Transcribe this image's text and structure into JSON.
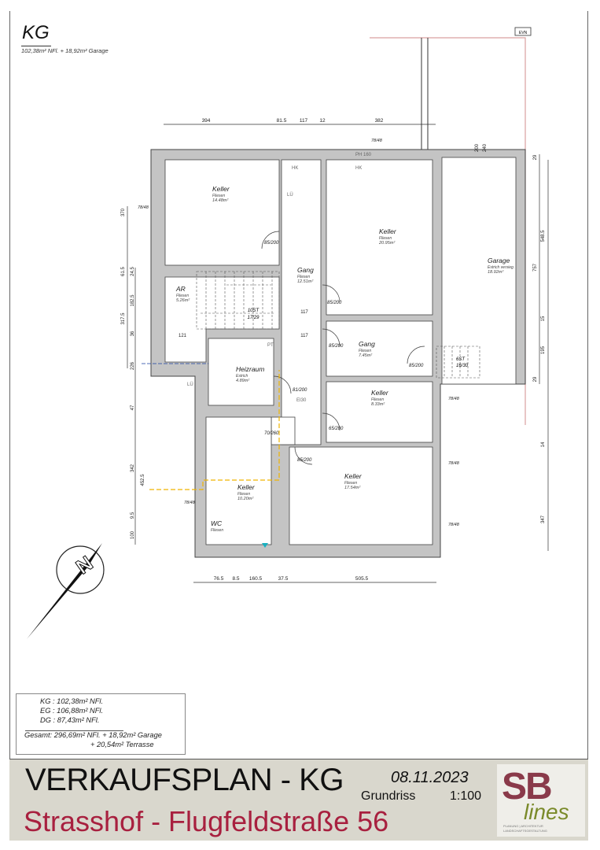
{
  "header": {
    "title": "KG",
    "subtitle": "102,38m² NFl. + 18,92m² Garage"
  },
  "evn_label": "EVN",
  "rooms": [
    {
      "name": "Keller",
      "floor": "Fliesen",
      "area": "14.48m²"
    },
    {
      "name": "Keller",
      "floor": "Fliesen",
      "area": "20.95m²"
    },
    {
      "name": "Garage",
      "floor": "Estrich versieg.",
      "area": "18.92m²"
    },
    {
      "name": "Gang",
      "floor": "Fliesen",
      "area": "12.51m²"
    },
    {
      "name": "AR",
      "floor": "Fliesen",
      "area": "5.26m²"
    },
    {
      "name": "Gang",
      "floor": "Fliesen",
      "area": "7.45m²"
    },
    {
      "name": "Heizraum",
      "floor": "Estrich",
      "area": "4.89m²"
    },
    {
      "name": "Keller",
      "floor": "Fliesen",
      "area": "8.33m²"
    },
    {
      "name": "Keller",
      "floor": "Fliesen",
      "area": "17.54m²"
    },
    {
      "name": "Keller",
      "floor": "Fliesen",
      "area": "10.20m²"
    },
    {
      "name": "WC",
      "floor": "Fliesen",
      "area": ""
    }
  ],
  "doors": [
    "85/200",
    "85/200",
    "85/200",
    "85/200",
    "81/200",
    "65/200",
    "70/260",
    "85/200"
  ],
  "windows": [
    "78/48",
    "78/48",
    "78/48",
    "78/48",
    "78/48",
    "78/48"
  ],
  "stairs": [
    {
      "count": "10ST",
      "ratio": "17/29"
    },
    {
      "count": "6ST",
      "ratio": "16/30"
    }
  ],
  "symbols": {
    "hk": "HK",
    "lu": "LÜ",
    "ph": "PH 160",
    "pt": "PT",
    "e30": "EI30"
  },
  "dimensions": {
    "top": [
      "394",
      "81.5",
      "117",
      "12",
      "382"
    ],
    "bottom": [
      "76.5",
      "8.5",
      "160.5",
      "37.5",
      "505.5"
    ],
    "left": [
      "370",
      "61.5",
      "317.5",
      "226",
      "24.5",
      "182.5",
      "36",
      "47",
      "342",
      "452.5",
      "9.5",
      "100"
    ],
    "right": [
      "29",
      "757",
      "548.5",
      "15",
      "195",
      "29",
      "14",
      "347"
    ],
    "inner": [
      "121",
      "117",
      "117",
      "200",
      "240"
    ]
  },
  "area_summary": {
    "kg": "KG : 102,38m² NFl.",
    "eg": "EG : 106,88m² NFl.",
    "dg": "DG :  87,43m² NFl.",
    "total": "Gesamt: 296,69m² NFl. + 18,92m² Garage",
    "terrace": "+ 20,54m² Terrasse"
  },
  "title_block": {
    "title": "VERKAUFSPLAN - KG",
    "address": "Strasshof - Flugfeldstraße 56",
    "date": "08.11.2023",
    "plan_type": "Grundriss",
    "scale": "1:100",
    "logo_text": "SB lines",
    "logo_sub": "PLANUNG | ARCHITEKTUR | LANDSCHAFTSGESTALTUNG"
  },
  "colors": {
    "wall": "#c4c4c4",
    "accent": "#a8203f",
    "property_line": "#d9a0a0",
    "pipe": "#f0b400"
  }
}
